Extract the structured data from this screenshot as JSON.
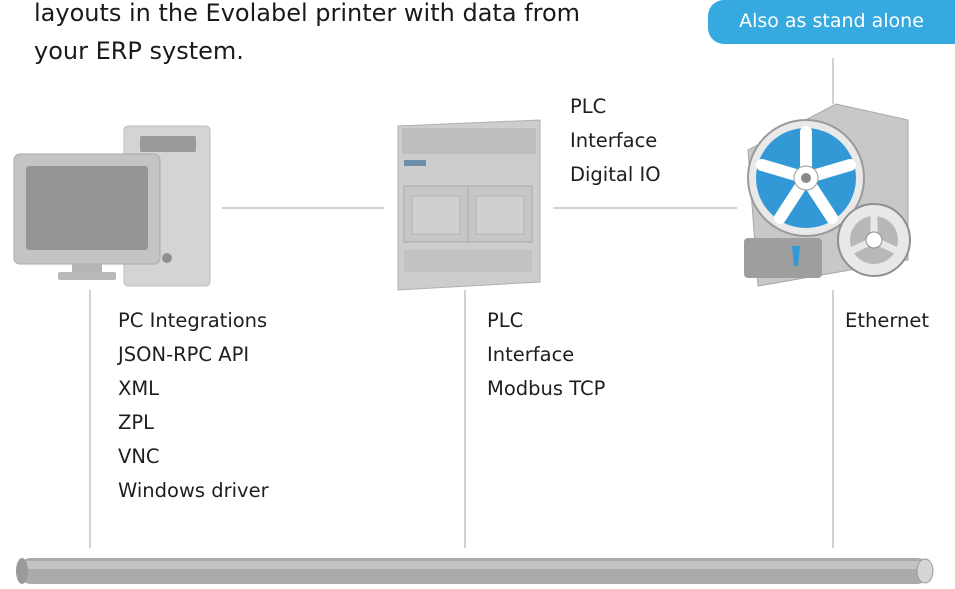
{
  "intro": {
    "line1": "layouts in the Evolabel printer with data from",
    "line2": "your ERP system."
  },
  "badge": {
    "label": "Also as stand alone"
  },
  "pc_integrations": {
    "items": [
      "PC Integrations",
      "JSON-RPC API",
      "XML",
      "ZPL",
      "VNC",
      "Windows driver"
    ]
  },
  "plc_modbus": {
    "items": [
      "PLC",
      "Interface",
      "Modbus TCP"
    ]
  },
  "plc_digital_io": {
    "items": [
      "PLC",
      "Interface",
      "Digital IO"
    ]
  },
  "ethernet": {
    "items": [
      "Ethernet"
    ]
  },
  "colors": {
    "accent": "#35a9e0",
    "device_gray": "#c9c9c9",
    "device_dark": "#8f8f8f",
    "line": "#cfcfcf"
  },
  "icons": [
    "computer-icon",
    "plc-module-icon",
    "label-printer-icon",
    "network-bus-icon"
  ]
}
